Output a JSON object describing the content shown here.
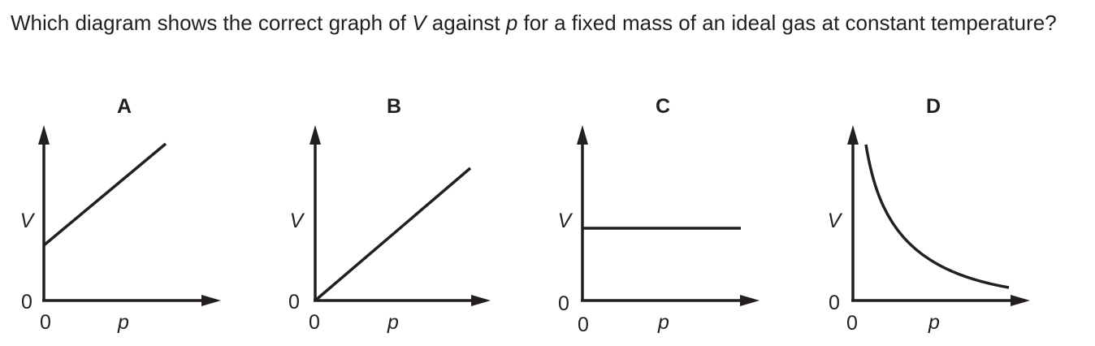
{
  "question": {
    "part1": "Which diagram shows the correct graph of ",
    "var_v": "V",
    "part2": " against ",
    "var_p": "p",
    "part3": " for a fixed mass of an ideal gas at constant temperature?"
  },
  "options": [
    {
      "letter": "A",
      "ylabel": "V",
      "xlabel": "p",
      "origin_y": "0",
      "origin_x": "0",
      "line_shape": "straight line with positive V-intercept"
    },
    {
      "letter": "B",
      "ylabel": "V",
      "xlabel": "p",
      "origin_y": "0",
      "origin_x": "0",
      "line_shape": "straight line through origin"
    },
    {
      "letter": "C",
      "ylabel": "V",
      "xlabel": "p",
      "origin_y": "0",
      "origin_x": "0",
      "line_shape": "horizontal line"
    },
    {
      "letter": "D",
      "ylabel": "V",
      "xlabel": "p",
      "origin_y": "0",
      "origin_x": "0",
      "line_shape": "inverse-proportion curve"
    }
  ]
}
